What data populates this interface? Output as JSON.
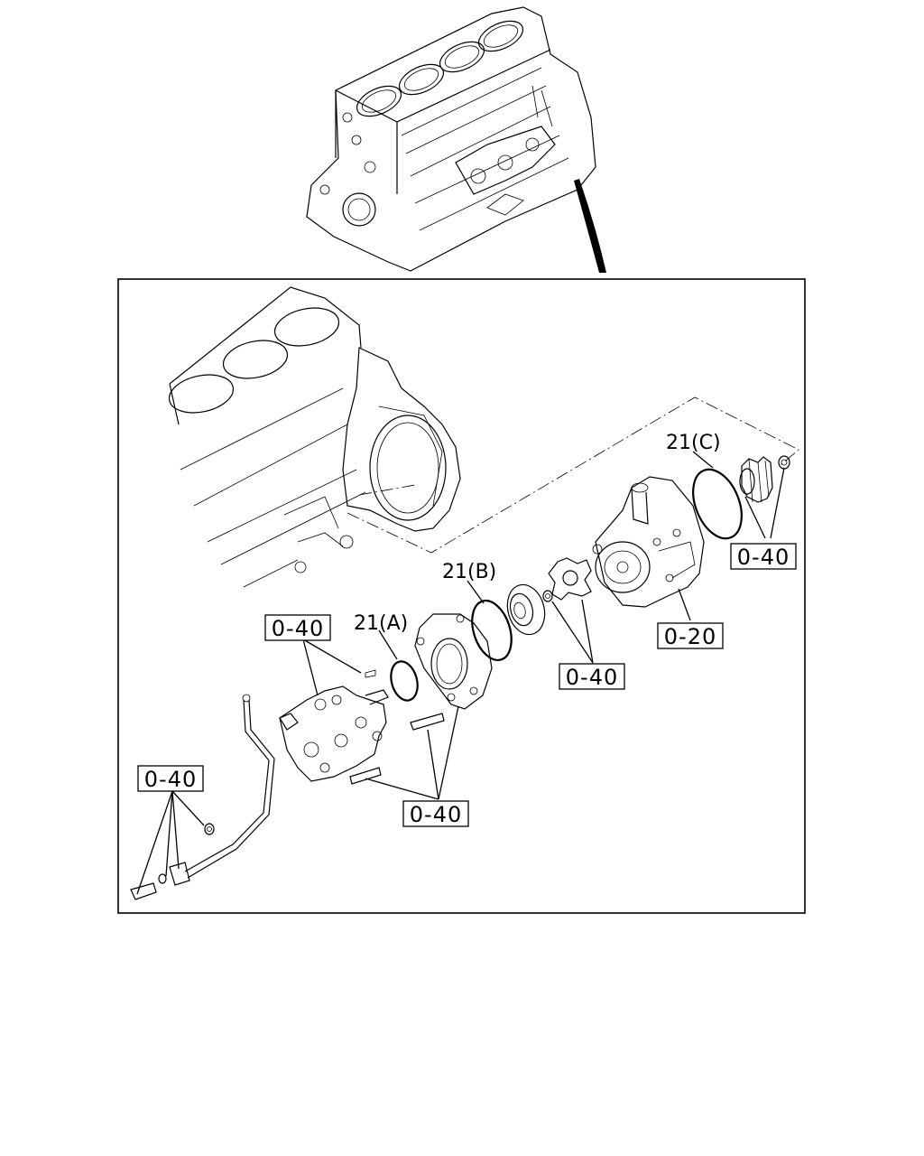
{
  "diagram": {
    "part_refs": {
      "ref_21a": "21(A)",
      "ref_21b": "21(B)",
      "ref_21c": "21(C)"
    },
    "group_boxes": {
      "box_left_bracket": "0-40",
      "box_left_bottom": "0-40",
      "box_bolts": "0-40",
      "box_plate": "0-40",
      "box_vacuum_pump": "0-20",
      "box_gear": "0-40"
    }
  }
}
